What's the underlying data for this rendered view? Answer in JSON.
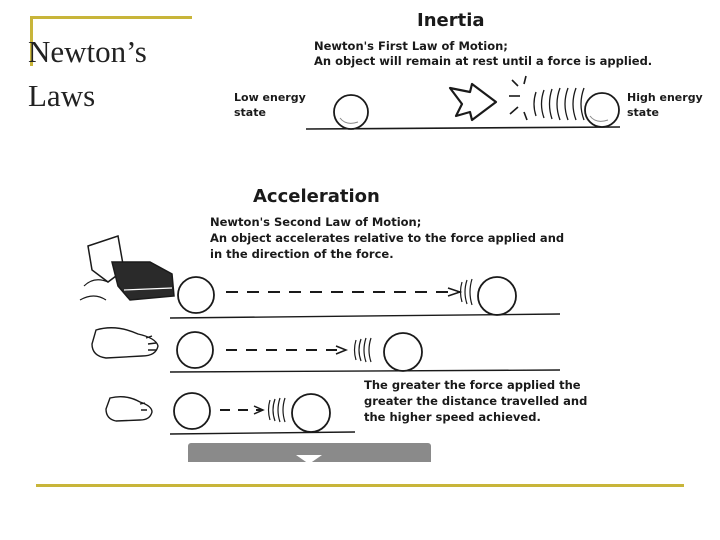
{
  "slide": {
    "title_line1": "Newton’s",
    "title_line2": "Laws"
  },
  "inertia": {
    "title": "Inertia",
    "law_name": "Newton's First Law of Motion;",
    "law_text": "An object will remain at rest until a force is applied.",
    "low_label_1": "Low energy",
    "low_label_2": "state",
    "high_label_1": "High energy",
    "high_label_2": "state"
  },
  "acceleration": {
    "title": "Acceleration",
    "law_name": "Newton's Second Law of Motion;",
    "law_text_1": "An object accelerates relative to the force applied and",
    "law_text_2": "in the direction of the force.",
    "note_1": "The greater the force applied the",
    "note_2": "greater the distance travelled and",
    "note_3": "the higher speed achieved."
  },
  "colors": {
    "accent": "#c8b53a",
    "ink": "#1a1a1a",
    "video_bar": "#8a8a8a"
  },
  "icons": [
    "play-icon",
    "ball-icon",
    "boot-icon",
    "foot-icon"
  ]
}
